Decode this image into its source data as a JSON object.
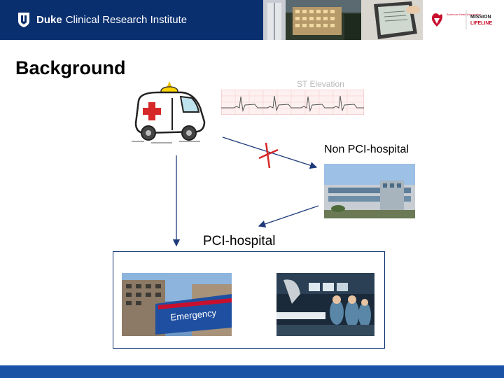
{
  "header": {
    "org_bold": "Duke",
    "org_rest": "Clinical Research Institute",
    "partner_small_text": "American Heart Association",
    "partner_brand_line1": "MISSION",
    "partner_brand_line2": "LIFELINE"
  },
  "slide": {
    "title": "Background",
    "st_elevation_label": "ST Elevation",
    "non_pci_label": "Non PCI-hospital",
    "pci_label": "PCI-hospital",
    "emergency_sign": "Emergency"
  },
  "colors": {
    "header_bg": "#0a2f6f",
    "footer_bg": "#1a53a6",
    "arrow": "#1f3a7a",
    "cross": "#d62828",
    "ecg_line": "#555555"
  }
}
